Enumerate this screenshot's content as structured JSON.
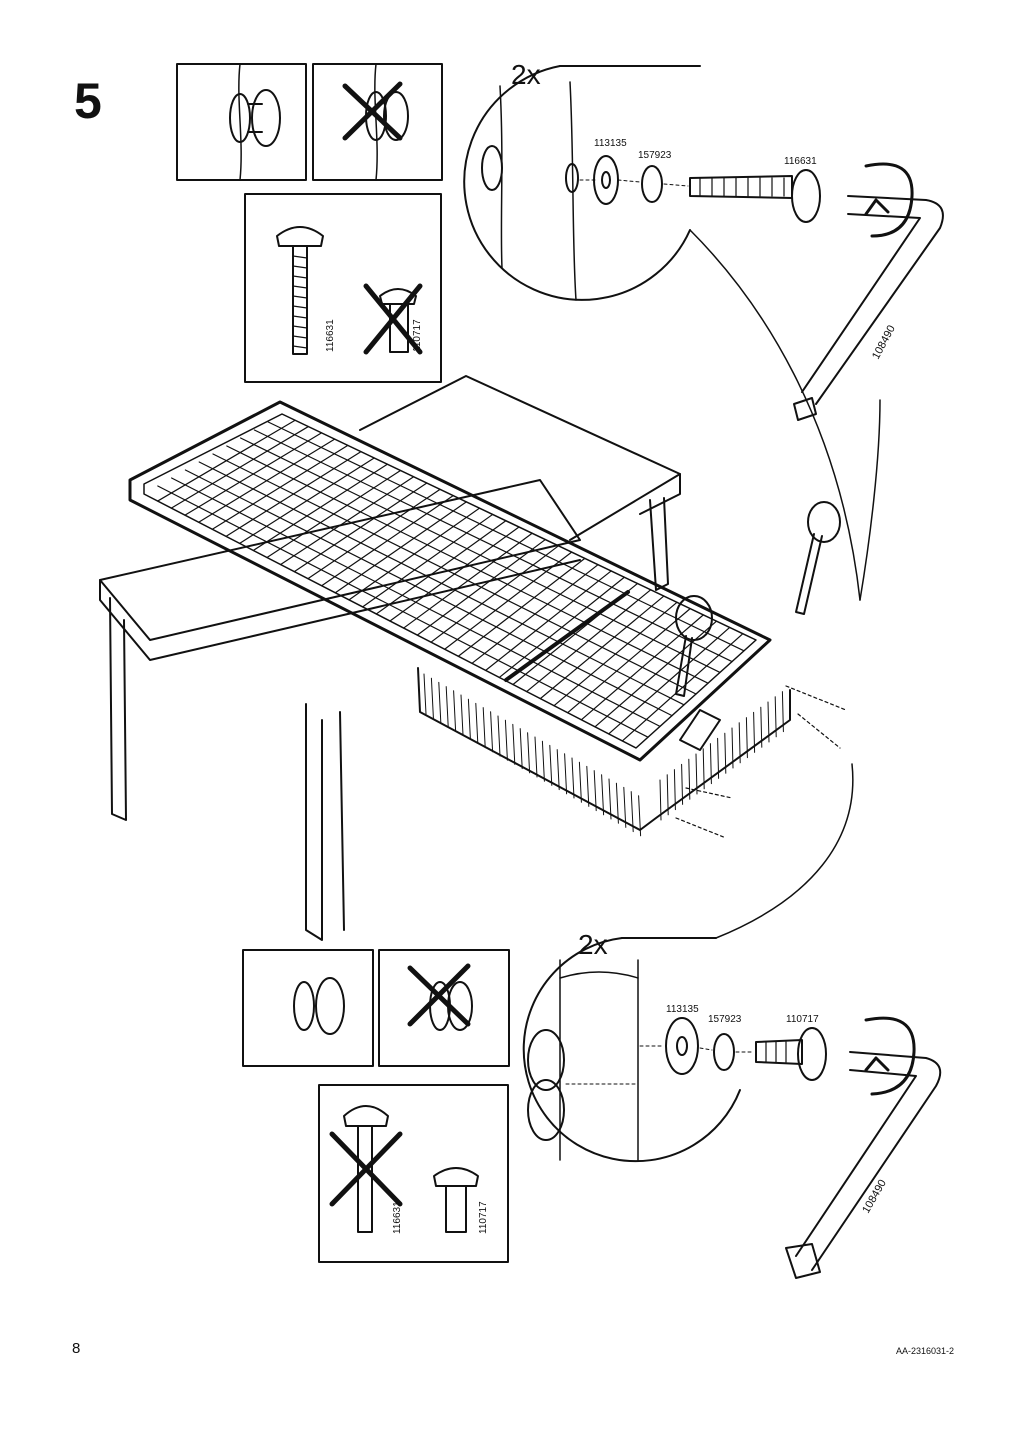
{
  "step_number": "5",
  "page_number": "8",
  "document_id": "AA-2316031-2",
  "top_callout": {
    "quantity": "2x",
    "parts": [
      "113135",
      "157923",
      "116631"
    ],
    "tool": "108490"
  },
  "bottom_callout": {
    "quantity": "2x",
    "parts": [
      "113135",
      "157923",
      "110717"
    ],
    "tool": "108490"
  },
  "top_screw_choice": {
    "correct": "116631",
    "wrong": "110717"
  },
  "bottom_screw_choice": {
    "wrong": "116631",
    "correct": "110717"
  }
}
